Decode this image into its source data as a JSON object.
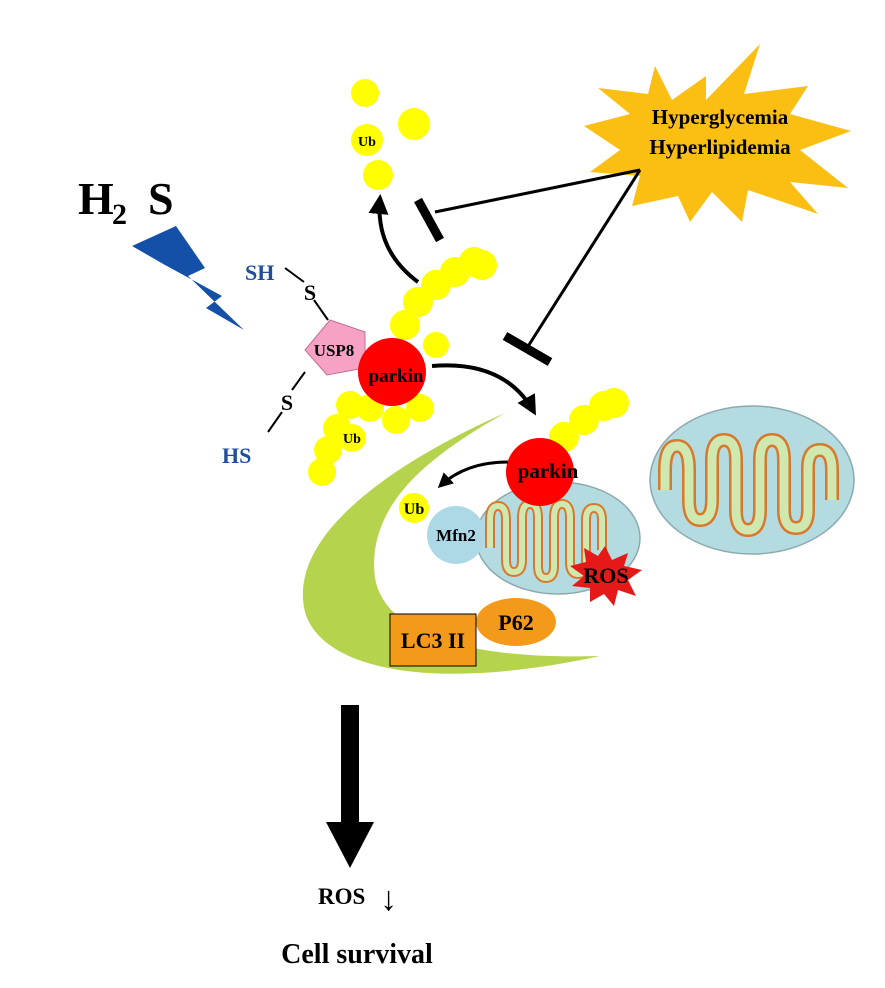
{
  "labels": {
    "h2s_h": "H",
    "h2s_sub": "2",
    "h2s_s": "S",
    "sh": "SH",
    "hs": "HS",
    "s_top": "S",
    "s_bottom": "S",
    "usp8": "USP8",
    "parkin_1": "parkin",
    "parkin_2": "parkin",
    "ub_top": "Ub",
    "ub_left": "Ub",
    "ub_mid": "Ub",
    "mfn2": "Mfn2",
    "ros_burst": "ROS",
    "lc3": "LC3 II",
    "p62": "P62",
    "hyperglycemia": "Hyperglycemia",
    "hyperlipidemia": "Hyperlipidemia",
    "ros_down": "ROS",
    "down_arrow_glyph": "↓",
    "cell_survival": "Cell survival"
  },
  "colors": {
    "ub_yellow": "#ffff00",
    "parkin_red": "#ff0000",
    "usp8_pink": "#f7a1c4",
    "lightning_blue": "#1550a8",
    "sh_text_blue": "#1f4e9a",
    "phagophore_green": "#b5d34c",
    "mito_fill": "#b3dbe0",
    "mito_cristae_fill": "#cfe8b0",
    "mito_cristae_stroke": "#d9782a",
    "mfn2_blue": "#add8e6",
    "ros_burst_red": "#e61919",
    "lc3_orange": "#f39a1a",
    "p62_orange": "#f39a1a",
    "starburst_orange": "#fbbf14",
    "arrow_black": "#000000"
  },
  "icons": {
    "lightning": "lightning-bolt-icon",
    "starburst": "starburst-shape",
    "ros_burst": "explosion-burst-icon"
  }
}
